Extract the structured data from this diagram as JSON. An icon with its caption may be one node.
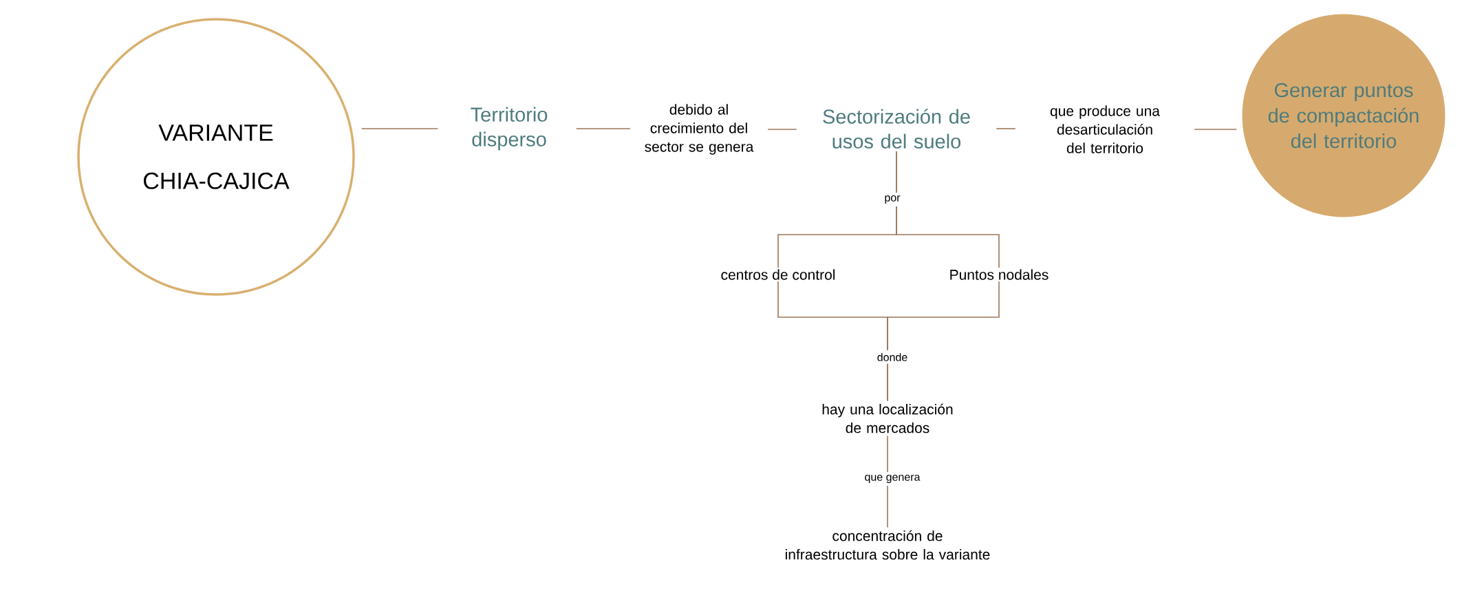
{
  "diagram": {
    "nodes": [
      {
        "text": [
          "VARIANTE",
          "CHIA-CAJICA"
        ]
      },
      {
        "text": [
          "Territorio disperso"
        ]
      },
      {
        "text": [
          "debido al crecimiento del sector se genera"
        ]
      },
      {
        "text": [
          "Sectorización de usos del suelo"
        ]
      },
      {
        "text": [
          "que produce una desarticulación del territorio"
        ]
      },
      {
        "text": [
          "Generar puntos de compactación del territorio"
        ]
      },
      {
        "text": [
          "centros de control"
        ]
      },
      {
        "text": [
          "Puntos nodales"
        ]
      },
      {
        "text": [
          "hay una localización de mercados"
        ]
      },
      {
        "text": [
          "concentración de infraestructura sobre la variante"
        ]
      }
    ],
    "edges": [
      {
        "from": 0,
        "to": 1,
        "arrow": "none"
      },
      {
        "from": 1,
        "to": 2,
        "arrow": "none"
      },
      {
        "from": 2,
        "to": 3,
        "arrow": "none"
      },
      {
        "from": 3,
        "to": 4,
        "arrow": "none"
      },
      {
        "from": 4,
        "to": 5,
        "arrow": "none"
      },
      {
        "from": 3,
        "to": 6,
        "arrow": "none",
        "label": "por"
      },
      {
        "from": 3,
        "to": 7,
        "arrow": "none"
      },
      {
        "from": 6,
        "to": 8,
        "arrow": "none",
        "label": "donde"
      },
      {
        "from": 7,
        "to": 8,
        "arrow": "none"
      },
      {
        "from": 8,
        "to": 9,
        "arrow": "none",
        "label": "que genera"
      }
    ]
  }
}
